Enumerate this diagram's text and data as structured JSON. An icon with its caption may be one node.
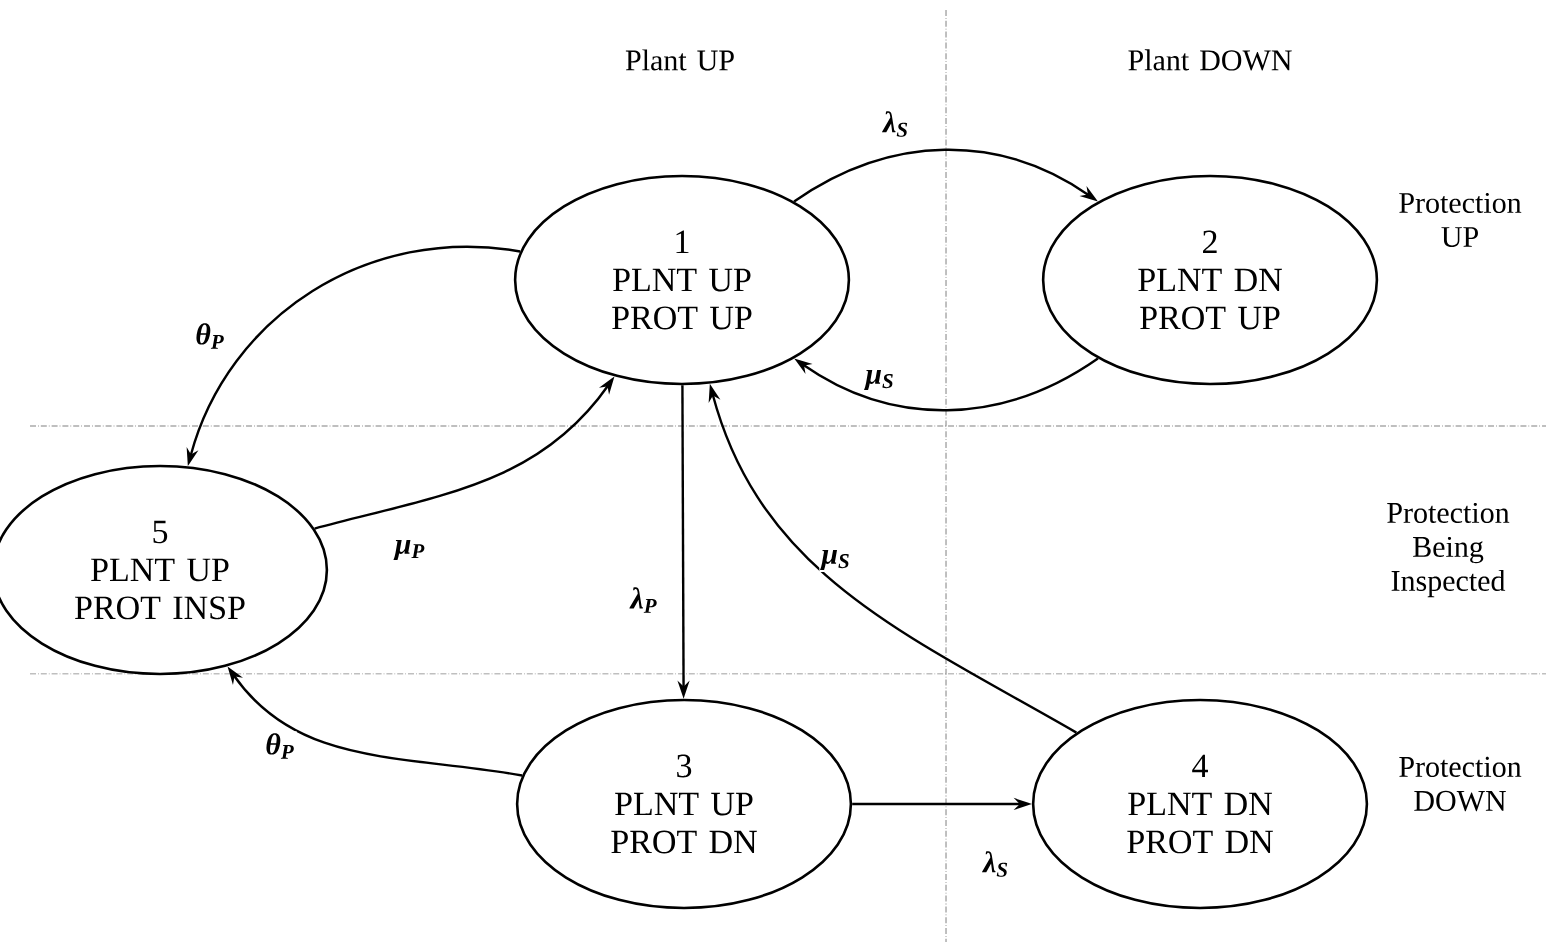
{
  "diagram": {
    "nodes": [
      {
        "text": [
          "1",
          "PLNT UP PROT UP"
        ]
      },
      {
        "text": [
          "2",
          "PLNT DN PROT UP"
        ]
      },
      {
        "text": [
          "5",
          "PLNT UP PROT INSP"
        ]
      },
      {
        "text": [
          "3",
          "PLNT UP PROT DN"
        ]
      },
      {
        "text": [
          "4",
          "PLNT DN PROT DN"
        ]
      }
    ],
    "edges": [
      {
        "from": 0,
        "to": 1,
        "arrow": "to",
        "label": "λ$_{S}$"
      },
      {
        "from": 1,
        "to": 0,
        "arrow": "to",
        "label": "μ$_{S}$"
      },
      {
        "from": 0,
        "to": 2,
        "arrow": "to",
        "label": "θ$_{P}$"
      },
      {
        "from": 2,
        "to": 0,
        "arrow": "to",
        "label": "μ$_{P}$"
      },
      {
        "from": 0,
        "to": 3,
        "arrow": "to",
        "label": "λ$_{P}$"
      },
      {
        "from": 4,
        "to": 0,
        "arrow": "to",
        "label": "μ$_{S}$"
      },
      {
        "from": 3,
        "to": 2,
        "arrow": "to",
        "label": "θ$_{P}$"
      },
      {
        "from": 3,
        "to": 4,
        "arrow": "to",
        "label": "λ$_{S}$"
      }
    ],
    "labels": [
      "Plant UP",
      "Plant DOWN",
      "Protection UP",
      "Protection Being Inspected",
      "Protection DOWN"
    ]
  }
}
